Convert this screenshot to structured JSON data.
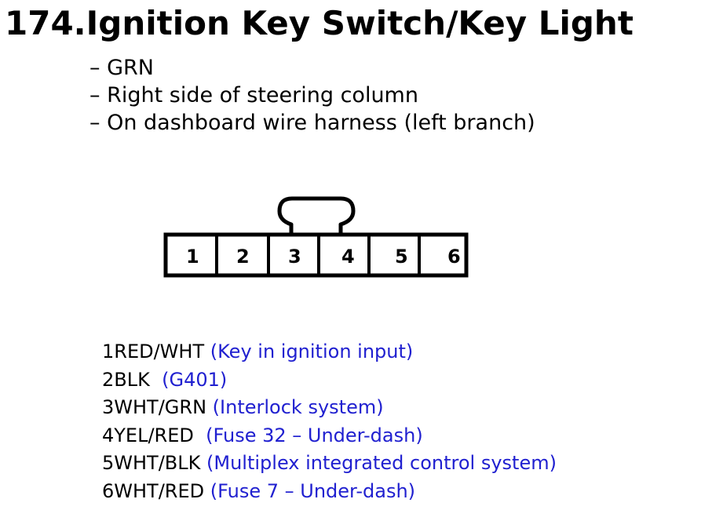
{
  "title": "174.Ignition Key Switch/Key Light",
  "notes": [
    "– GRN",
    "– Right side of steering column",
    "– On dashboard wire harness (left branch)"
  ],
  "connector": {
    "pins": [
      "1",
      "2",
      "3",
      "4",
      "5",
      "6"
    ]
  },
  "wires": [
    {
      "code": "1RED/WHT",
      "desc": "(Key in ignition input)"
    },
    {
      "code": "2BLK",
      "desc": "(G401)"
    },
    {
      "code": "3WHT/GRN",
      "desc": "(Interlock system)"
    },
    {
      "code": "4YEL/RED",
      "desc": "(Fuse 32 – Under-dash)"
    },
    {
      "code": "5WHT/BLK",
      "desc": "(Multiplex integrated control system)"
    },
    {
      "code": "6WHT/RED",
      "desc": "(Fuse 7 – Under-dash)"
    }
  ],
  "colors": {
    "text": "#000000",
    "description": "#2020d0",
    "background": "#ffffff"
  }
}
